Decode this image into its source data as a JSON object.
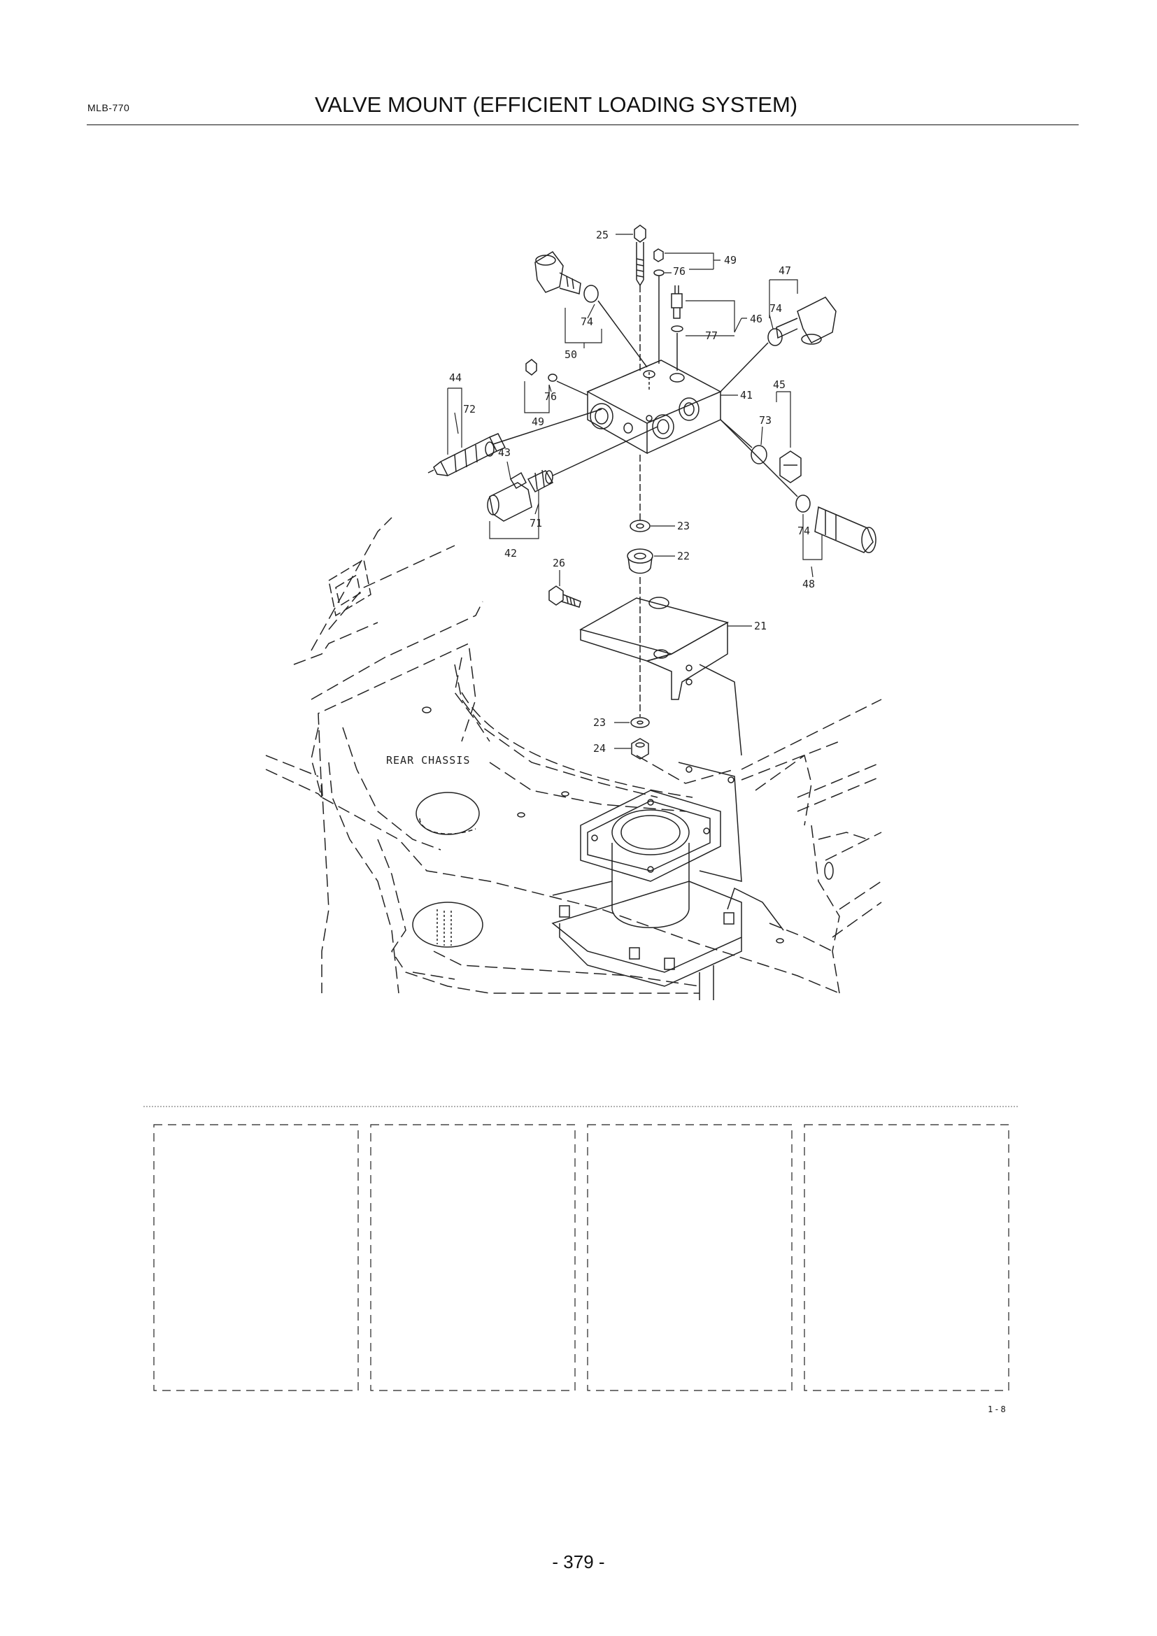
{
  "header": {
    "model": "MLB-770",
    "title": "VALVE MOUNT (EFFICIENT LOADING SYSTEM)"
  },
  "diagram": {
    "chassis_label": "REAR CHASSIS",
    "callouts": {
      "c21": "21",
      "c22": "22",
      "c23a": "23",
      "c23b": "23",
      "c24": "24",
      "c25": "25",
      "c26": "26",
      "c41": "41",
      "c42": "42",
      "c43": "43",
      "c44": "44",
      "c45": "45",
      "c46": "46",
      "c47": "47",
      "c48": "48",
      "c49a": "49",
      "c49b": "49",
      "c50": "50",
      "c71": "71",
      "c72": "72",
      "c73": "73",
      "c74a": "74",
      "c74b": "74",
      "c74c": "74",
      "c76a": "76",
      "c76b": "76",
      "c77": "77"
    },
    "code": "1-8"
  },
  "footer": {
    "page_number": "- 379 -"
  }
}
